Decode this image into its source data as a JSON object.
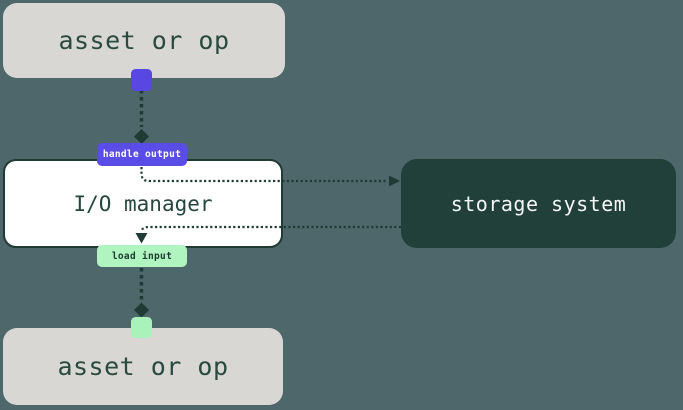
{
  "diagram": {
    "title": "io-manager-flow",
    "nodes": {
      "asset_top": {
        "label": "asset or op"
      },
      "io_manager": {
        "label": "I/O manager"
      },
      "storage_system": {
        "label": "storage system"
      },
      "asset_bottom": {
        "label": "asset or op"
      }
    },
    "edges": {
      "handle_output": {
        "label": "handle output"
      },
      "load_input": {
        "label": "load input"
      }
    },
    "colors": {
      "background": "#4d676a",
      "line_dark_green": "#1f3b33",
      "storage_bg": "#21403a",
      "asset_box_bg": "#d9d7d4",
      "asset_text": "#2a4a41",
      "io_box_bg": "#ffffff",
      "purple_accent": "#5847e3",
      "purple_badge": "#5a4ce6",
      "mint_accent": "#a9f3ba",
      "mint_badge": "#b0f5bf",
      "storage_text": "#f4f6f5"
    }
  }
}
